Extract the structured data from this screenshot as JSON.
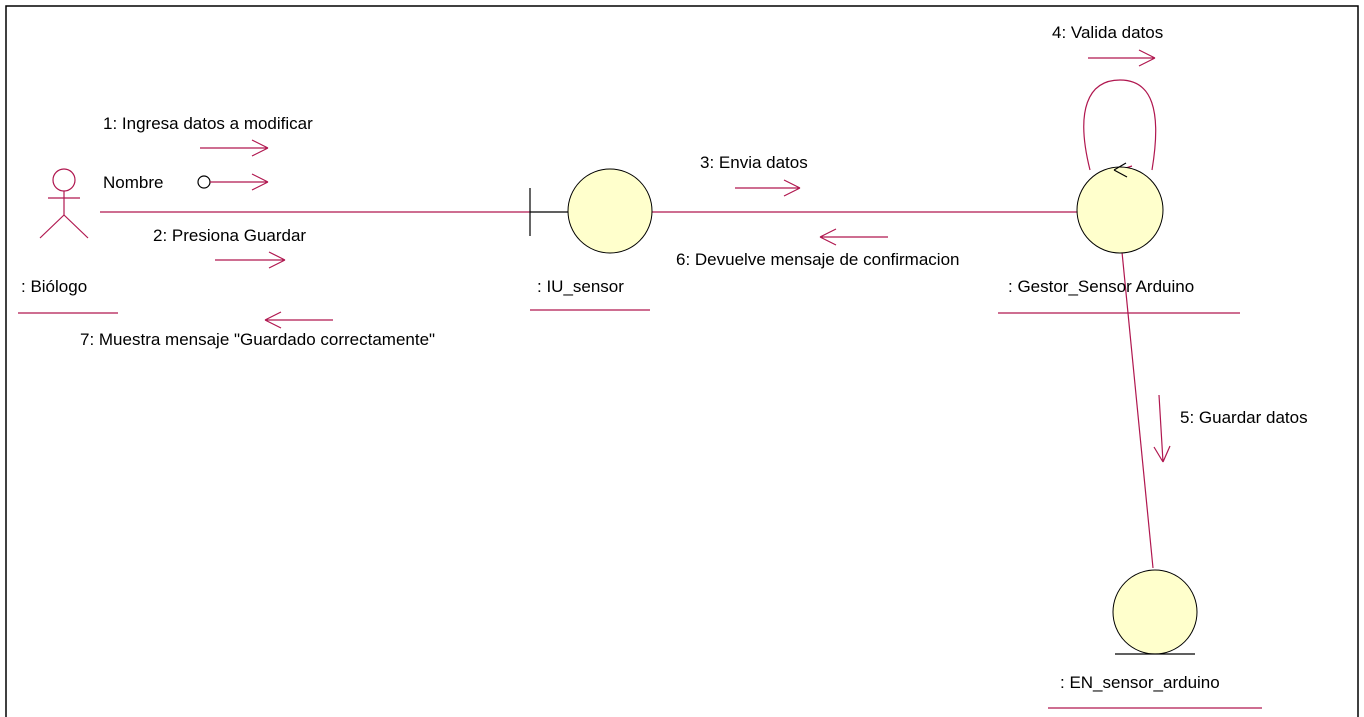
{
  "colors": {
    "link": "#b0174f",
    "object_fill": "#ffffcc",
    "frame": "#000000",
    "background": "#ffffff"
  },
  "objects": {
    "actor": {
      "label": ":  Biólogo",
      "type": "actor"
    },
    "iu_sensor": {
      "label": ": IU_sensor",
      "type": "boundary"
    },
    "gestor": {
      "label": ": Gestor_Sensor Arduino",
      "type": "control"
    },
    "entity": {
      "label": ": EN_sensor_arduino",
      "type": "entity"
    }
  },
  "messages": {
    "m1": "1: Ingresa datos a modificar",
    "param": "Nombre",
    "m2": "2: Presiona Guardar",
    "m3": "3: Envia datos",
    "m4": "4: Valida datos",
    "m5": "5: Guardar datos",
    "m6": "6: Devuelve mensaje de confirmacion",
    "m7": "7: Muestra mensaje \"Guardado correctamente\""
  }
}
